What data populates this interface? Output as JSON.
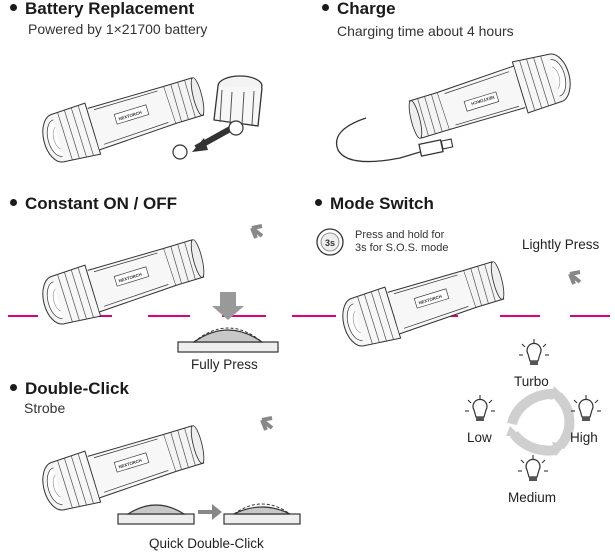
{
  "sections": {
    "battery": {
      "title": "Battery Replacement",
      "subtitle": "Powered by 1×21700 battery"
    },
    "charge": {
      "title": "Charge",
      "subtitle": "Charging time about 4 hours"
    },
    "constant": {
      "title": "Constant ON / OFF",
      "press_label": "Fully Press"
    },
    "mode_switch": {
      "title": "Mode Switch",
      "hold_icon": "3s",
      "hold_text_line1": "Press and hold for",
      "hold_text_line2": "3s for S.O.S. mode",
      "press_label": "Lightly Press",
      "modes": {
        "top": "Turbo",
        "left": "Low",
        "right": "High",
        "bottom": "Medium"
      }
    },
    "double_click": {
      "title": "Double-Click",
      "subtitle": "Strobe",
      "press_label": "Quick Double-Click"
    }
  },
  "brand": "NEXTORCH",
  "battery_symbols": {
    "plus": "+",
    "minus": "−"
  },
  "colors": {
    "guide_line": "#e0007a",
    "outline": "#333333",
    "button_fill": "#bdbdbd",
    "cycle_ring": "#cfcfcf",
    "text": "#222222"
  }
}
